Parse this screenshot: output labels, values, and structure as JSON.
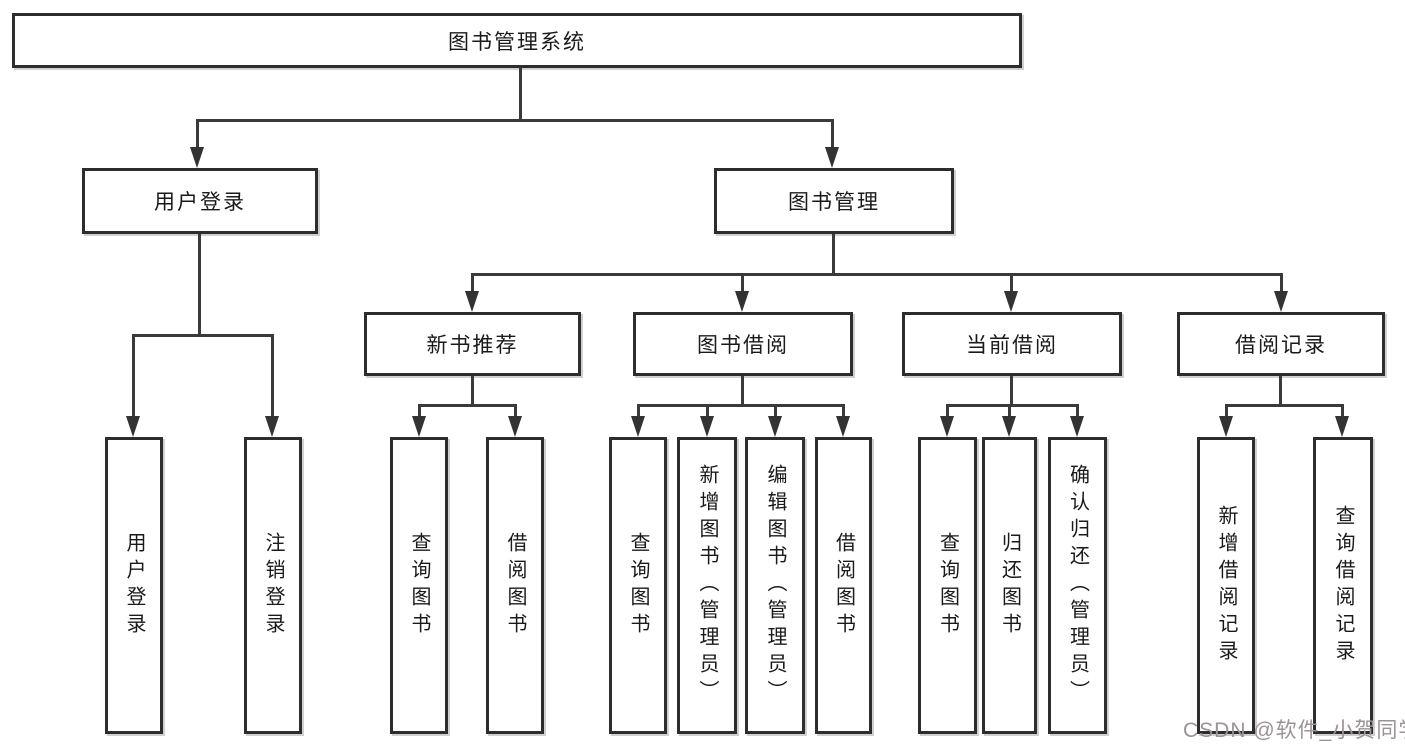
{
  "diagram": {
    "title_node": {
      "label": "图书管理系统"
    },
    "level2": [
      {
        "label": "用户登录"
      },
      {
        "label": "图书管理"
      }
    ],
    "level3": [
      {
        "label": "新书推荐",
        "parent": "图书管理"
      },
      {
        "label": "图书借阅",
        "parent": "图书管理"
      },
      {
        "label": "当前借阅",
        "parent": "图书管理"
      },
      {
        "label": "借阅记录",
        "parent": "图书管理"
      }
    ],
    "leaves": [
      {
        "label": "用户登录",
        "parent": "用户登录"
      },
      {
        "label": "注销登录",
        "parent": "用户登录"
      },
      {
        "label": "查询图书",
        "parent": "新书推荐"
      },
      {
        "label": "借阅图书",
        "parent": "新书推荐"
      },
      {
        "label": "查询图书",
        "parent": "图书借阅"
      },
      {
        "label": "新增图书（管理员）",
        "parent": "图书借阅"
      },
      {
        "label": "编辑图书（管理员）",
        "parent": "图书借阅"
      },
      {
        "label": "借阅图书",
        "parent": "图书借阅"
      },
      {
        "label": "查询图书",
        "parent": "当前借阅"
      },
      {
        "label": "归还图书",
        "parent": "当前借阅"
      },
      {
        "label": "确认归还（管理员）",
        "parent": "当前借阅"
      },
      {
        "label": "新增借阅记录",
        "parent": "借阅记录"
      },
      {
        "label": "查询借阅记录",
        "parent": "借阅记录"
      }
    ]
  },
  "watermark": {
    "text": "CSDN @软件_小贺同学",
    "color": "#9b9396"
  },
  "colors": {
    "background": "#ffffff",
    "box_border": "#2d2d2d",
    "connector_line": "#3a3a3a",
    "text": "#1a1a1a"
  }
}
